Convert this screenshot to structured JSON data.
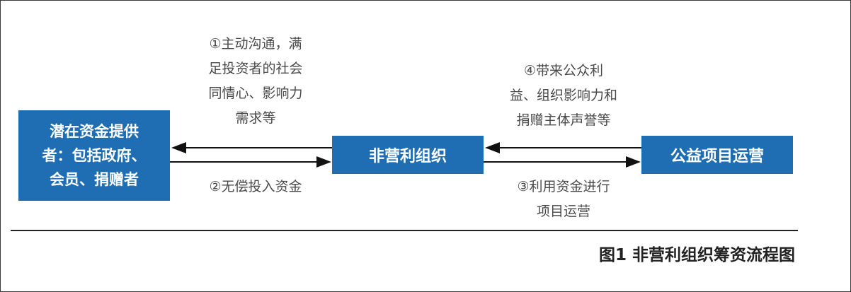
{
  "nodes": {
    "funders": {
      "lines": [
        "潜在资金提供",
        "者：包括政府、",
        "会员、捐赠者"
      ]
    },
    "npo": {
      "label": "非营利组织"
    },
    "project": {
      "label": "公益项目运营"
    }
  },
  "edges": {
    "step1": {
      "lines": [
        "①主动沟通，满",
        "足投资者的社会",
        "同情心、影响力",
        "需求等"
      ]
    },
    "step2": {
      "lines": [
        "②无偿投入资金"
      ]
    },
    "step3": {
      "lines": [
        "③利用资金进行",
        "项目运营"
      ]
    },
    "step4": {
      "lines": [
        "④带来公众利",
        "益、组织影响力和",
        "捐赠主体声誉等"
      ]
    }
  },
  "caption": "图1 非营利组织筹资流程图",
  "colors": {
    "box_fill": "#1f6db3",
    "box_text": "#ffffff",
    "label_text": "#4a4a4a",
    "arrow": "#111111"
  }
}
